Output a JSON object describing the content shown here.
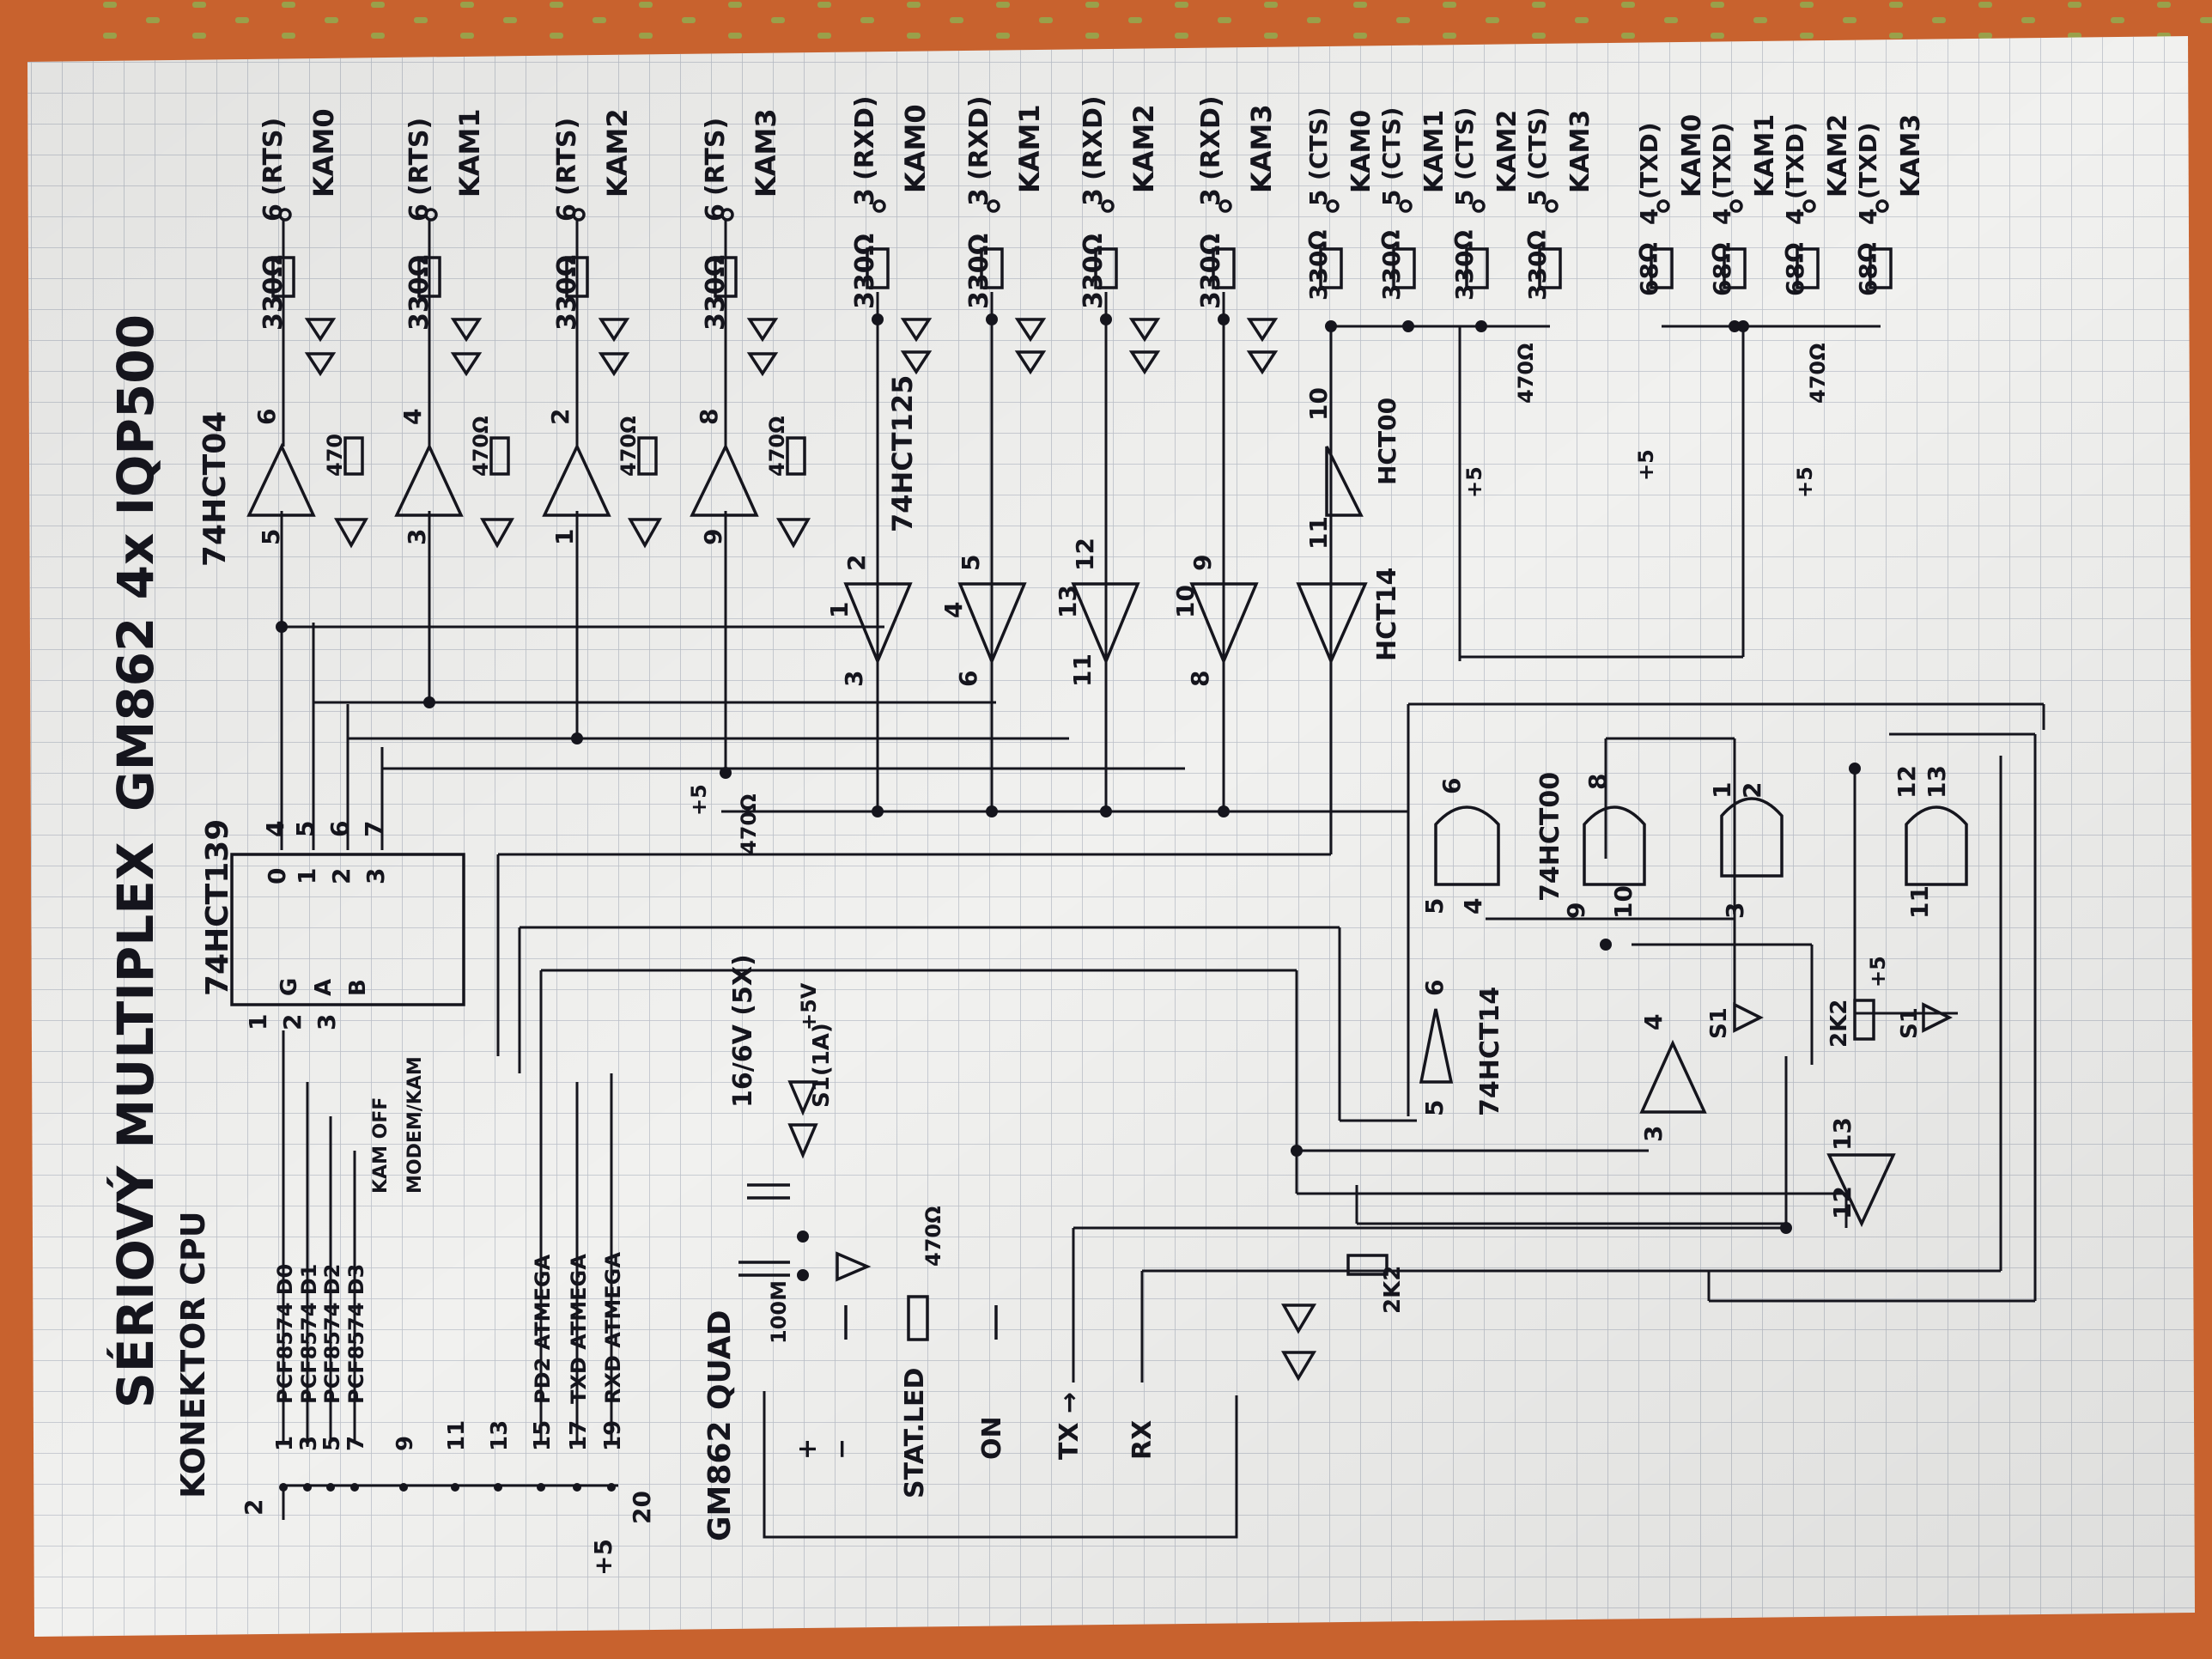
{
  "title": "SÉRIOVÝ MULTIPLEX",
  "subtitle": "GM862   4x IQP500",
  "connector": {
    "title": "KONEKTOR CPU",
    "pins": [
      {
        "n": "1",
        "label": "PCF8574 D0"
      },
      {
        "n": "3",
        "label": "PCF8574 D1"
      },
      {
        "n": "5",
        "label": "PCF8574 D2"
      },
      {
        "n": "7",
        "label": "PCF8574 D3"
      },
      {
        "n": "9",
        "label": ""
      },
      {
        "n": "11",
        "label": ""
      },
      {
        "n": "13",
        "label": ""
      },
      {
        "n": "15",
        "label": "PD2 ATMEGA"
      },
      {
        "n": "17",
        "label": "TXD ATMEGA"
      },
      {
        "n": "19",
        "label": "RXD ATMEGA"
      }
    ],
    "even_pins": [
      "2",
      "20"
    ],
    "power": "+5"
  },
  "chips": {
    "decoder": "74HCT139",
    "decoder_out_pins": [
      "4",
      "5",
      "6",
      "7"
    ],
    "decoder_out_labels": [
      "0",
      "1",
      "2",
      "3"
    ],
    "decoder_in_pins": [
      "1",
      "2",
      "3"
    ],
    "decoder_in_labels": [
      "G",
      "A",
      "B"
    ],
    "inverters": "74HCT04",
    "buffers": "74HCT125",
    "schmitt": "HCT14",
    "schmitt_full": "74HCT14",
    "nand": "74HCT00",
    "nand_short": "HCT00"
  },
  "control_labels": [
    "KAM OFF",
    "MODEM/KAM"
  ],
  "rts_channels": [
    {
      "res": "330Ω",
      "pin": "6",
      "signal": "(RTS)",
      "cam": "KAM0",
      "led_res": "470",
      "gate_in": "5",
      "gate_out": "6"
    },
    {
      "res": "330Ω",
      "pin": "6",
      "signal": "(RTS)",
      "cam": "KAM1",
      "led_res": "470Ω",
      "gate_in": "3",
      "gate_out": "4"
    },
    {
      "res": "330Ω",
      "pin": "6",
      "signal": "(RTS)",
      "cam": "KAM2",
      "led_res": "470Ω",
      "gate_in": "1",
      "gate_out": "2"
    },
    {
      "res": "330Ω",
      "pin": "6",
      "signal": "(RTS)",
      "cam": "KAM3",
      "led_res": "470Ω",
      "gate_in": "9",
      "gate_out": "8"
    }
  ],
  "rxd_channels": [
    {
      "res": "330Ω",
      "pin": "3",
      "signal": "(RXD)",
      "cam": "KAM0",
      "buf_pins": [
        "2",
        "1",
        "3"
      ]
    },
    {
      "res": "330Ω",
      "pin": "3",
      "signal": "(RXD)",
      "cam": "KAM1",
      "buf_pins": [
        "5",
        "4",
        "6"
      ]
    },
    {
      "res": "330Ω",
      "pin": "3",
      "signal": "(RXD)",
      "cam": "KAM2",
      "buf_pins": [
        "12",
        "13",
        "11"
      ]
    },
    {
      "res": "330Ω",
      "pin": "3",
      "signal": "(RXD)",
      "cam": "KAM3",
      "buf_pins": [
        "9",
        "10",
        "8"
      ]
    }
  ],
  "cts_channels": [
    {
      "res": "330Ω",
      "pin": "5",
      "signal": "(CTS)",
      "cam": "KAM0"
    },
    {
      "res": "330Ω",
      "pin": "5",
      "signal": "(CTS)",
      "cam": "KAM1"
    },
    {
      "res": "330Ω",
      "pin": "5",
      "signal": "(CTS)",
      "cam": "KAM2"
    },
    {
      "res": "330Ω",
      "pin": "5",
      "signal": "(CTS)",
      "cam": "KAM3"
    }
  ],
  "txd_channels": [
    {
      "res": "68Ω",
      "pin": "4",
      "signal": "(TXD)",
      "cam": "KAM0"
    },
    {
      "res": "68Ω",
      "pin": "4",
      "signal": "(TXD)",
      "cam": "KAM1"
    },
    {
      "res": "68Ω",
      "pin": "4",
      "signal": "(TXD)",
      "cam": "KAM2"
    },
    {
      "res": "68Ω",
      "pin": "4",
      "signal": "(TXD)",
      "cam": "KAM3"
    }
  ],
  "misc_labels": {
    "r470": "470Ω",
    "r2k2": "2K2",
    "diode_s1": "S1",
    "diode_s1_1a": "S1(1A)",
    "cap_16": "16/6V (5X)",
    "cap_100": "100M",
    "plus5": "+5",
    "plus5v": "+5V",
    "status_led_res": "470Ω"
  },
  "gate_pins": {
    "hct14_a": [
      "10",
      "11"
    ],
    "hct14_b": [
      "6",
      "5"
    ],
    "hct14_c": [
      "4",
      "3"
    ],
    "hct14_d": [
      "13",
      "12"
    ],
    "nand_a": [
      "6",
      "5",
      "4"
    ],
    "nand_b": [
      "8",
      "9",
      "10"
    ],
    "nand_c": [
      "1",
      "2",
      "3"
    ],
    "nand_d": [
      "12",
      "13",
      "11"
    ]
  },
  "gsm": {
    "title": "GM862 QUAD",
    "pins": [
      "+",
      "−",
      "STAT.LED",
      "ON",
      "TX →",
      "RX"
    ]
  },
  "colors": {
    "paper": "#f1f1ef",
    "grid": "#a9b0bc",
    "ink": "#15151d",
    "background": "#c8622e"
  }
}
